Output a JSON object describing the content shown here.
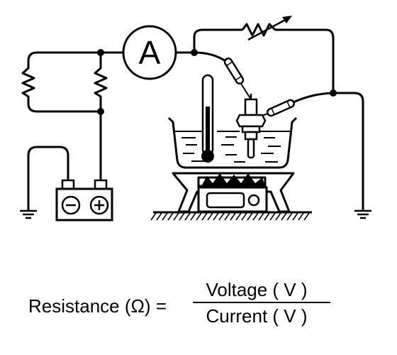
{
  "meter": {
    "label": "A"
  },
  "battery": {
    "negative_symbol": "−",
    "positive_symbol": "+"
  },
  "formula": {
    "lhs": "Resistance (Ω) =",
    "numerator": "Voltage ( V )",
    "denominator": "Current ( V )"
  }
}
